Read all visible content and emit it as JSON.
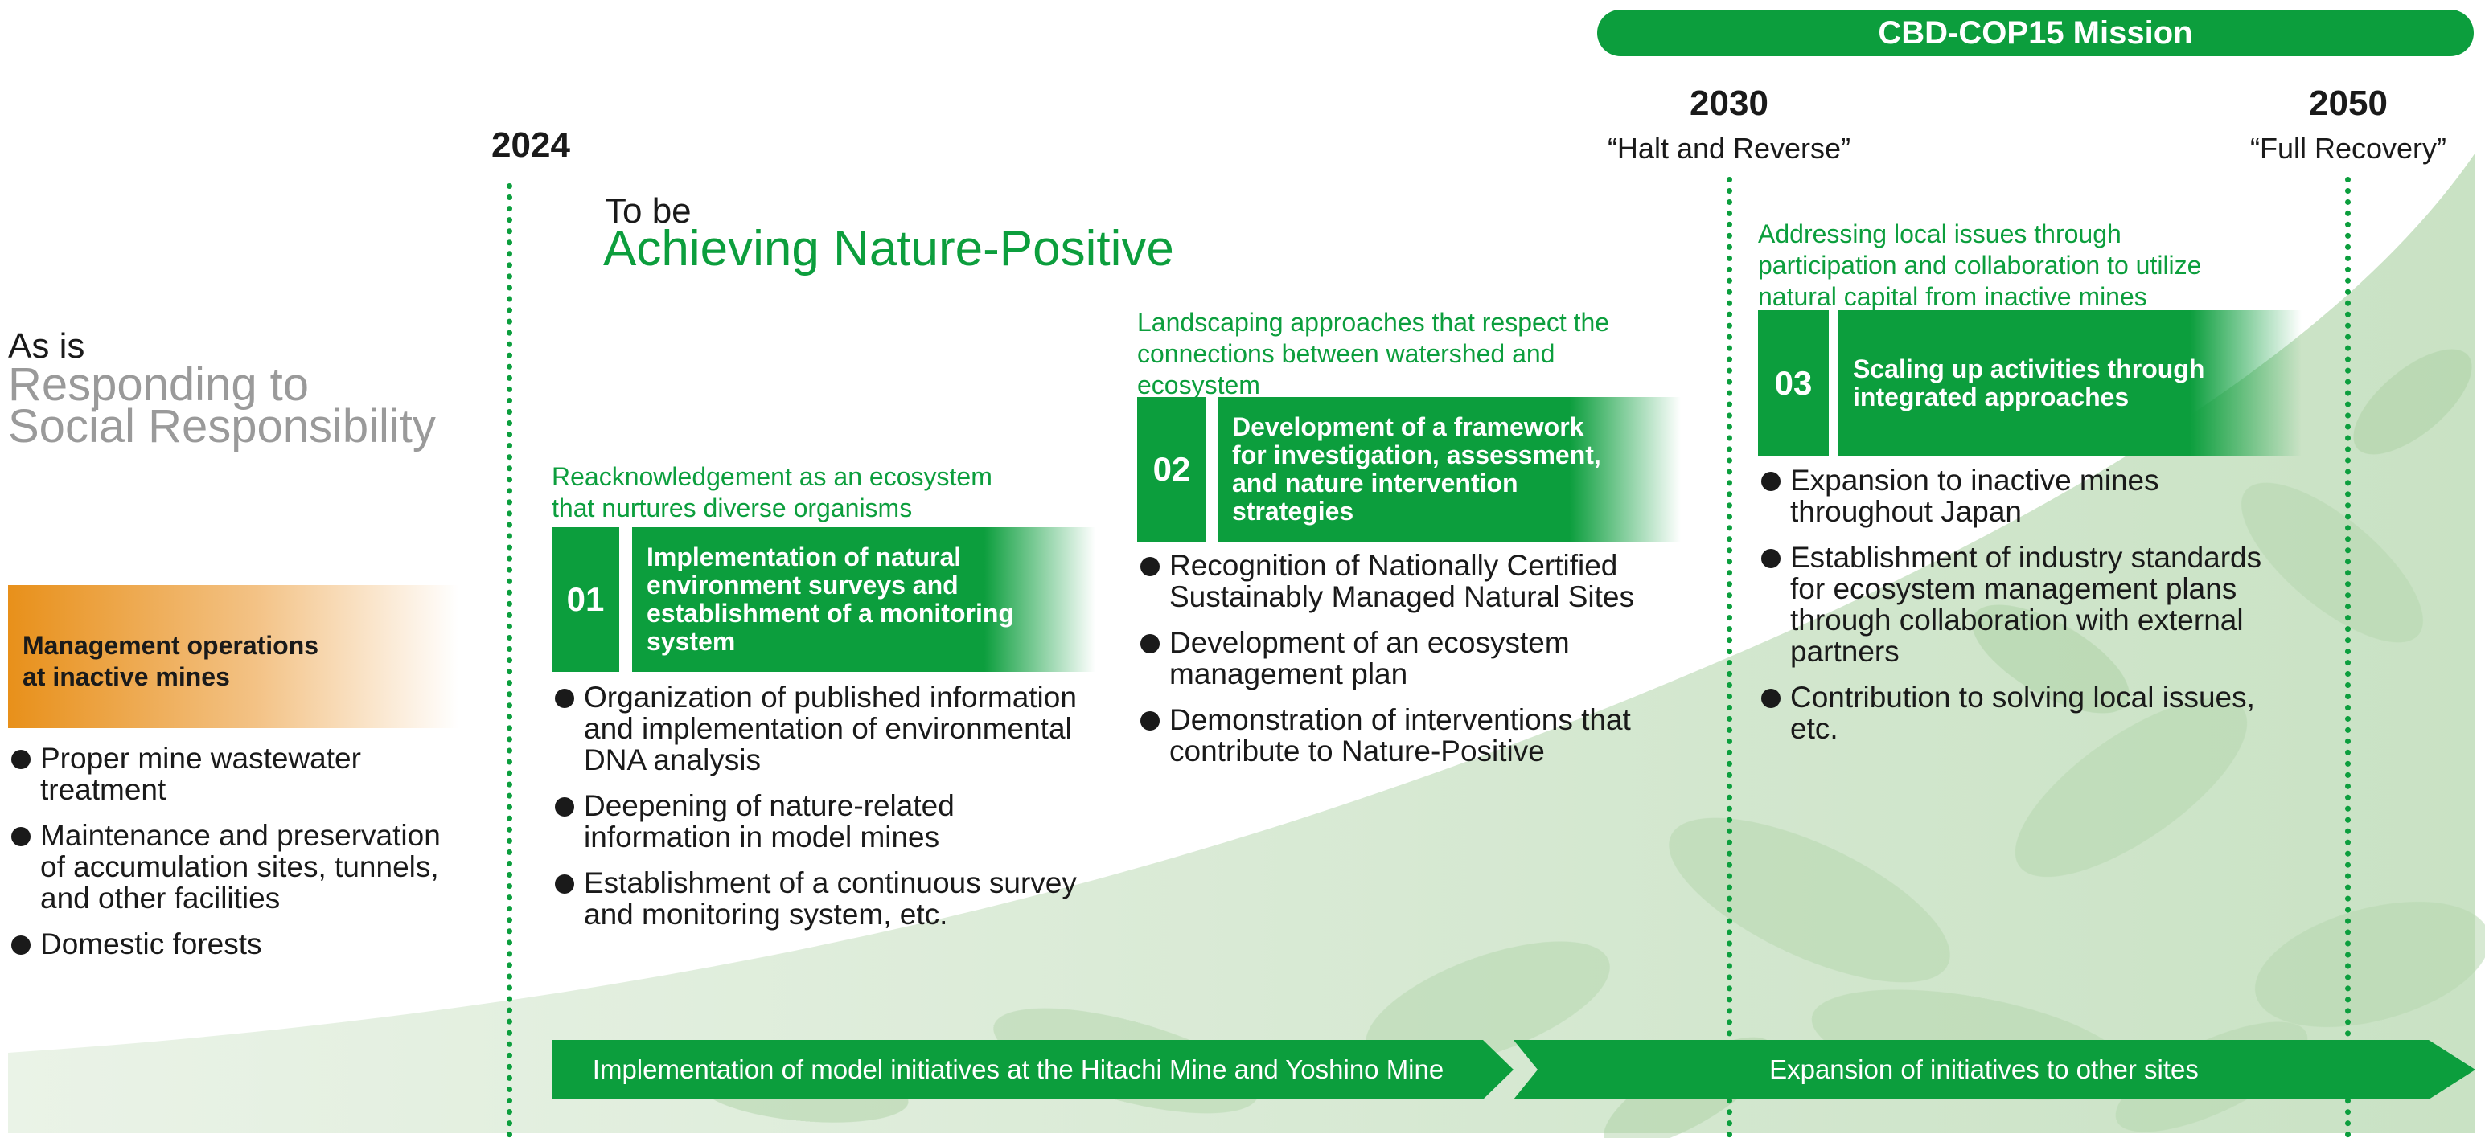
{
  "mission": {
    "label": "CBD-COP15 Mission"
  },
  "timeline": {
    "y2024": "2024",
    "y2030": "2030",
    "y2030_caption": "“Halt and Reverse”",
    "y2050": "2050",
    "y2050_caption": "“Full Recovery”"
  },
  "as_is": {
    "small": "As is",
    "line1": "Responding to",
    "line2": "Social Responsibility",
    "box_title": "Management operations\nat inactive mines",
    "bullets": [
      "Proper mine wastewater\ntreatment",
      "Maintenance and preservation\nof accumulation sites, tunnels,\nand other facilities",
      "Domestic forests"
    ]
  },
  "to_be": {
    "small": "To be",
    "big": "Achieving Nature-Positive"
  },
  "stages": [
    {
      "heading": "Reacknowledgement as an ecosystem\nthat nurtures diverse organisms",
      "number": "01",
      "title": "Implementation of natural\nenvironment surveys and\nestablishment of a monitoring\nsystem",
      "bullets": [
        "Organization of published information\nand implementation of environmental\nDNA analysis",
        "Deepening of nature-related\ninformation in model mines",
        "Establishment of a continuous survey\nand monitoring system, etc."
      ]
    },
    {
      "heading": "Landscaping approaches that respect the\nconnections between watershed and\necosystem",
      "number": "02",
      "title": "Development of a framework\nfor investigation, assessment,\nand nature intervention\nstrategies",
      "bullets": [
        "Recognition of Nationally Certified\nSustainably Managed Natural Sites",
        "Development of an ecosystem\nmanagement plan",
        "Demonstration of interventions that\ncontribute to Nature-Positive"
      ]
    },
    {
      "heading": "Addressing local issues through\nparticipation and collaboration to utilize\nnatural capital from inactive mines",
      "number": "03",
      "title": "Scaling up activities through\nintegrated approaches",
      "bullets": [
        "Expansion to inactive mines\nthroughout Japan",
        "Establishment of industry standards\nfor ecosystem management plans\nthrough collaboration with external\npartners",
        "Contribution to solving local issues,\netc."
      ]
    }
  ],
  "arrows": {
    "first": "Implementation of model initiatives at the Hitachi Mine and Yoshino Mine",
    "second": "Expansion of initiatives to other sites"
  },
  "colors": {
    "green": "#0c9e3d",
    "orange": "#e8901a",
    "gray_text": "#9a9a9a",
    "background_green": "#dcecd9"
  }
}
